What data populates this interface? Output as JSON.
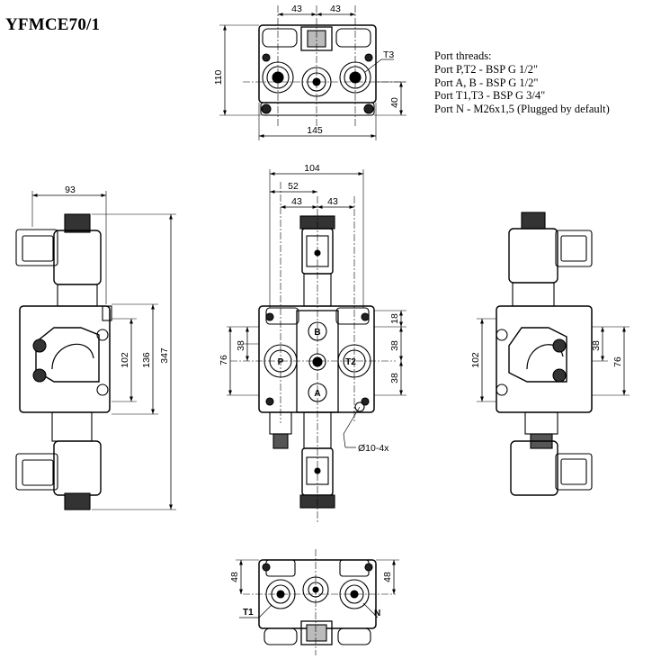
{
  "title": "YFMCE70/1",
  "notes": {
    "heading": "Port threads:",
    "lines": [
      "Port P,T2 - BSP G 1/2\"",
      "Port A, B - BSP G 1/2\"",
      "Port T1,T3 - BSP G 3/4\"",
      "Port N - M26x1,5 (Plugged by default)"
    ]
  },
  "dimensions": {
    "top_view": {
      "spacing_left": "43",
      "spacing_right": "43",
      "height": "110",
      "offset": "40",
      "width": "145",
      "port_label": "T3"
    },
    "left_view": {
      "width": "93",
      "inner": "102",
      "mid": "136",
      "overall": "347"
    },
    "front_view": {
      "overall": "104",
      "half": "52",
      "spacing_left": "43",
      "spacing_right": "43",
      "left_76": "76",
      "left_38": "38",
      "right_18": "18",
      "right_38a": "38",
      "right_38b": "38",
      "hole": "Ø10-4x"
    },
    "right_view": {
      "inner": "102",
      "small": "38",
      "outer": "76"
    },
    "bottom_view": {
      "left": "48",
      "right": "48",
      "port_t1": "T1",
      "port_n": "N"
    }
  },
  "ports": {
    "p": "P",
    "t2": "T2",
    "b": "B",
    "a": "A"
  }
}
